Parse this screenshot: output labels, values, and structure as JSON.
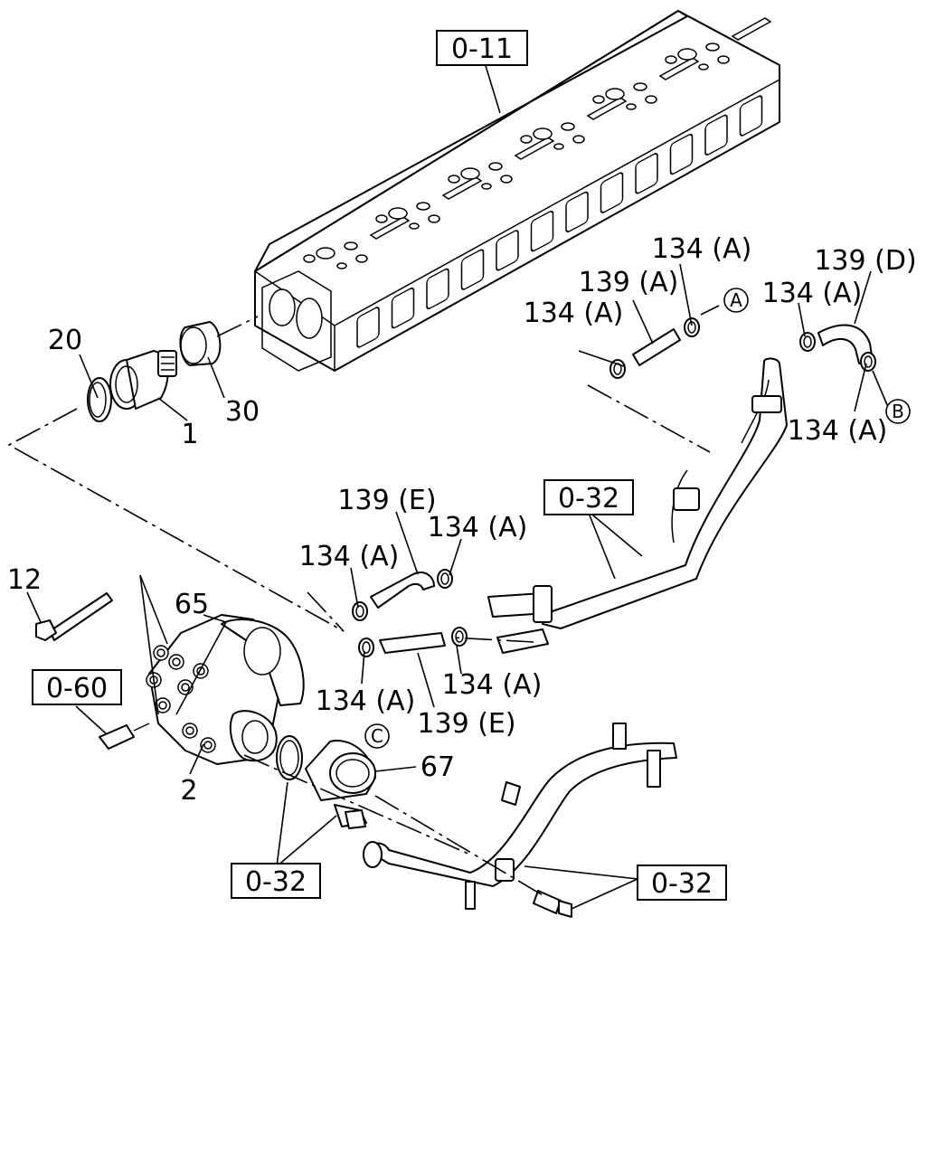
{
  "ref_boxes": {
    "cyl_head": "0-11",
    "pipe_upper": "0-32",
    "sensor": "0-60",
    "gasket_group": "0-32",
    "pipe_lower": "0-32"
  },
  "parts": {
    "p1": "1",
    "p2": "2",
    "p12": "12",
    "p20": "20",
    "p30": "30",
    "p65": "65",
    "p67": "67",
    "clamp_a1": "134 (A)",
    "clamp_a2": "134 (A)",
    "clamp_a3": "134 (A)",
    "clamp_a4": "134 (A)",
    "clamp_a5": "134 (A)",
    "clamp_a6": "134 (A)",
    "clamp_a7": "134 (A)",
    "clamp_a8": "134 (A)",
    "hose_a": "139 (A)",
    "hose_d": "139 (D)",
    "hose_e1": "139 (E)",
    "hose_e2": "139 (E)"
  },
  "connectors": {
    "a": "A",
    "b": "B",
    "c": "C"
  }
}
